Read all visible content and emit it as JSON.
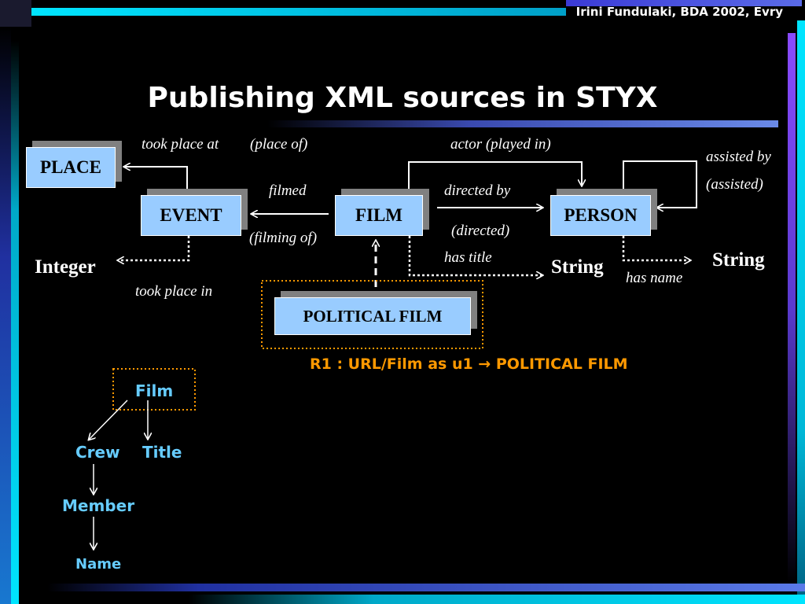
{
  "slide": {
    "credit": "Irini Fundulaki, BDA 2002, Evry",
    "title": "Publishing XML sources in STYX"
  },
  "schema": {
    "nodes": {
      "place": "PLACE",
      "event": "EVENT",
      "film": "FILM",
      "person": "PERSON",
      "political_film": "POLITICAL FILM"
    },
    "types": {
      "integer": "Integer",
      "string_title": "String",
      "string_name": "String"
    },
    "edge_labels": {
      "took_place_at": "took place at",
      "place_of": "(place of)",
      "actor": "actor  (played in)",
      "assisted_by": "assisted by",
      "assisted": "(assisted)",
      "filmed": "filmed",
      "filming_of": "(filming of)",
      "directed_by": "directed by",
      "directed": "(directed)",
      "has_title": "has title",
      "has_name": "has name",
      "took_place_in": "took place in"
    }
  },
  "rule": "R1 : URL/Film as u1 → POLITICAL FILM",
  "xml_tree": {
    "film": "Film",
    "crew": "Crew",
    "title": "Title",
    "member": "Member",
    "name": "Name"
  }
}
